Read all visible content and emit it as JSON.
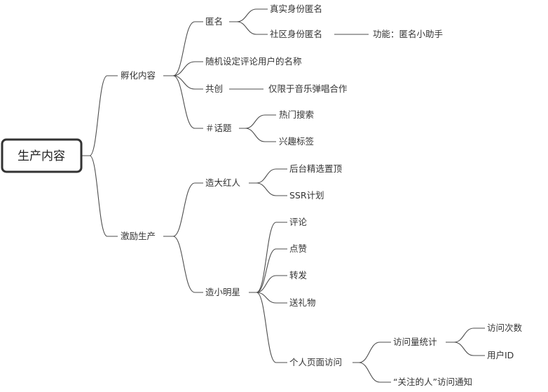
{
  "root": "生产内容",
  "branches": {
    "incubate": {
      "label": "孵化内容",
      "anonymous": {
        "label": "匿名",
        "real": "真实身份匿名",
        "community": "社区身份匿名",
        "feature": "功能：匿名小助手"
      },
      "random_name": "随机设定评论用户的名称",
      "cocreate": {
        "label": "共创",
        "music": "仅限于音乐弹唱合作"
      },
      "topic": {
        "label": "＃话题",
        "hot_search": "热门搜索",
        "interest_tags": "兴趣标签"
      }
    },
    "incentive": {
      "label": "激励生产",
      "influencer": {
        "label": "造大红人",
        "pin": "后台精选置顶",
        "ssr": "SSR计划"
      },
      "star": {
        "label": "造小明星",
        "comment": "评论",
        "like": "点赞",
        "share": "转发",
        "gift": "送礼物",
        "visit": {
          "label": "个人页面访问",
          "stats": {
            "label": "访问量统计",
            "count": "访问次数",
            "userid": "用户ID"
          },
          "notify": "“关注的人”访问通知"
        }
      }
    }
  }
}
